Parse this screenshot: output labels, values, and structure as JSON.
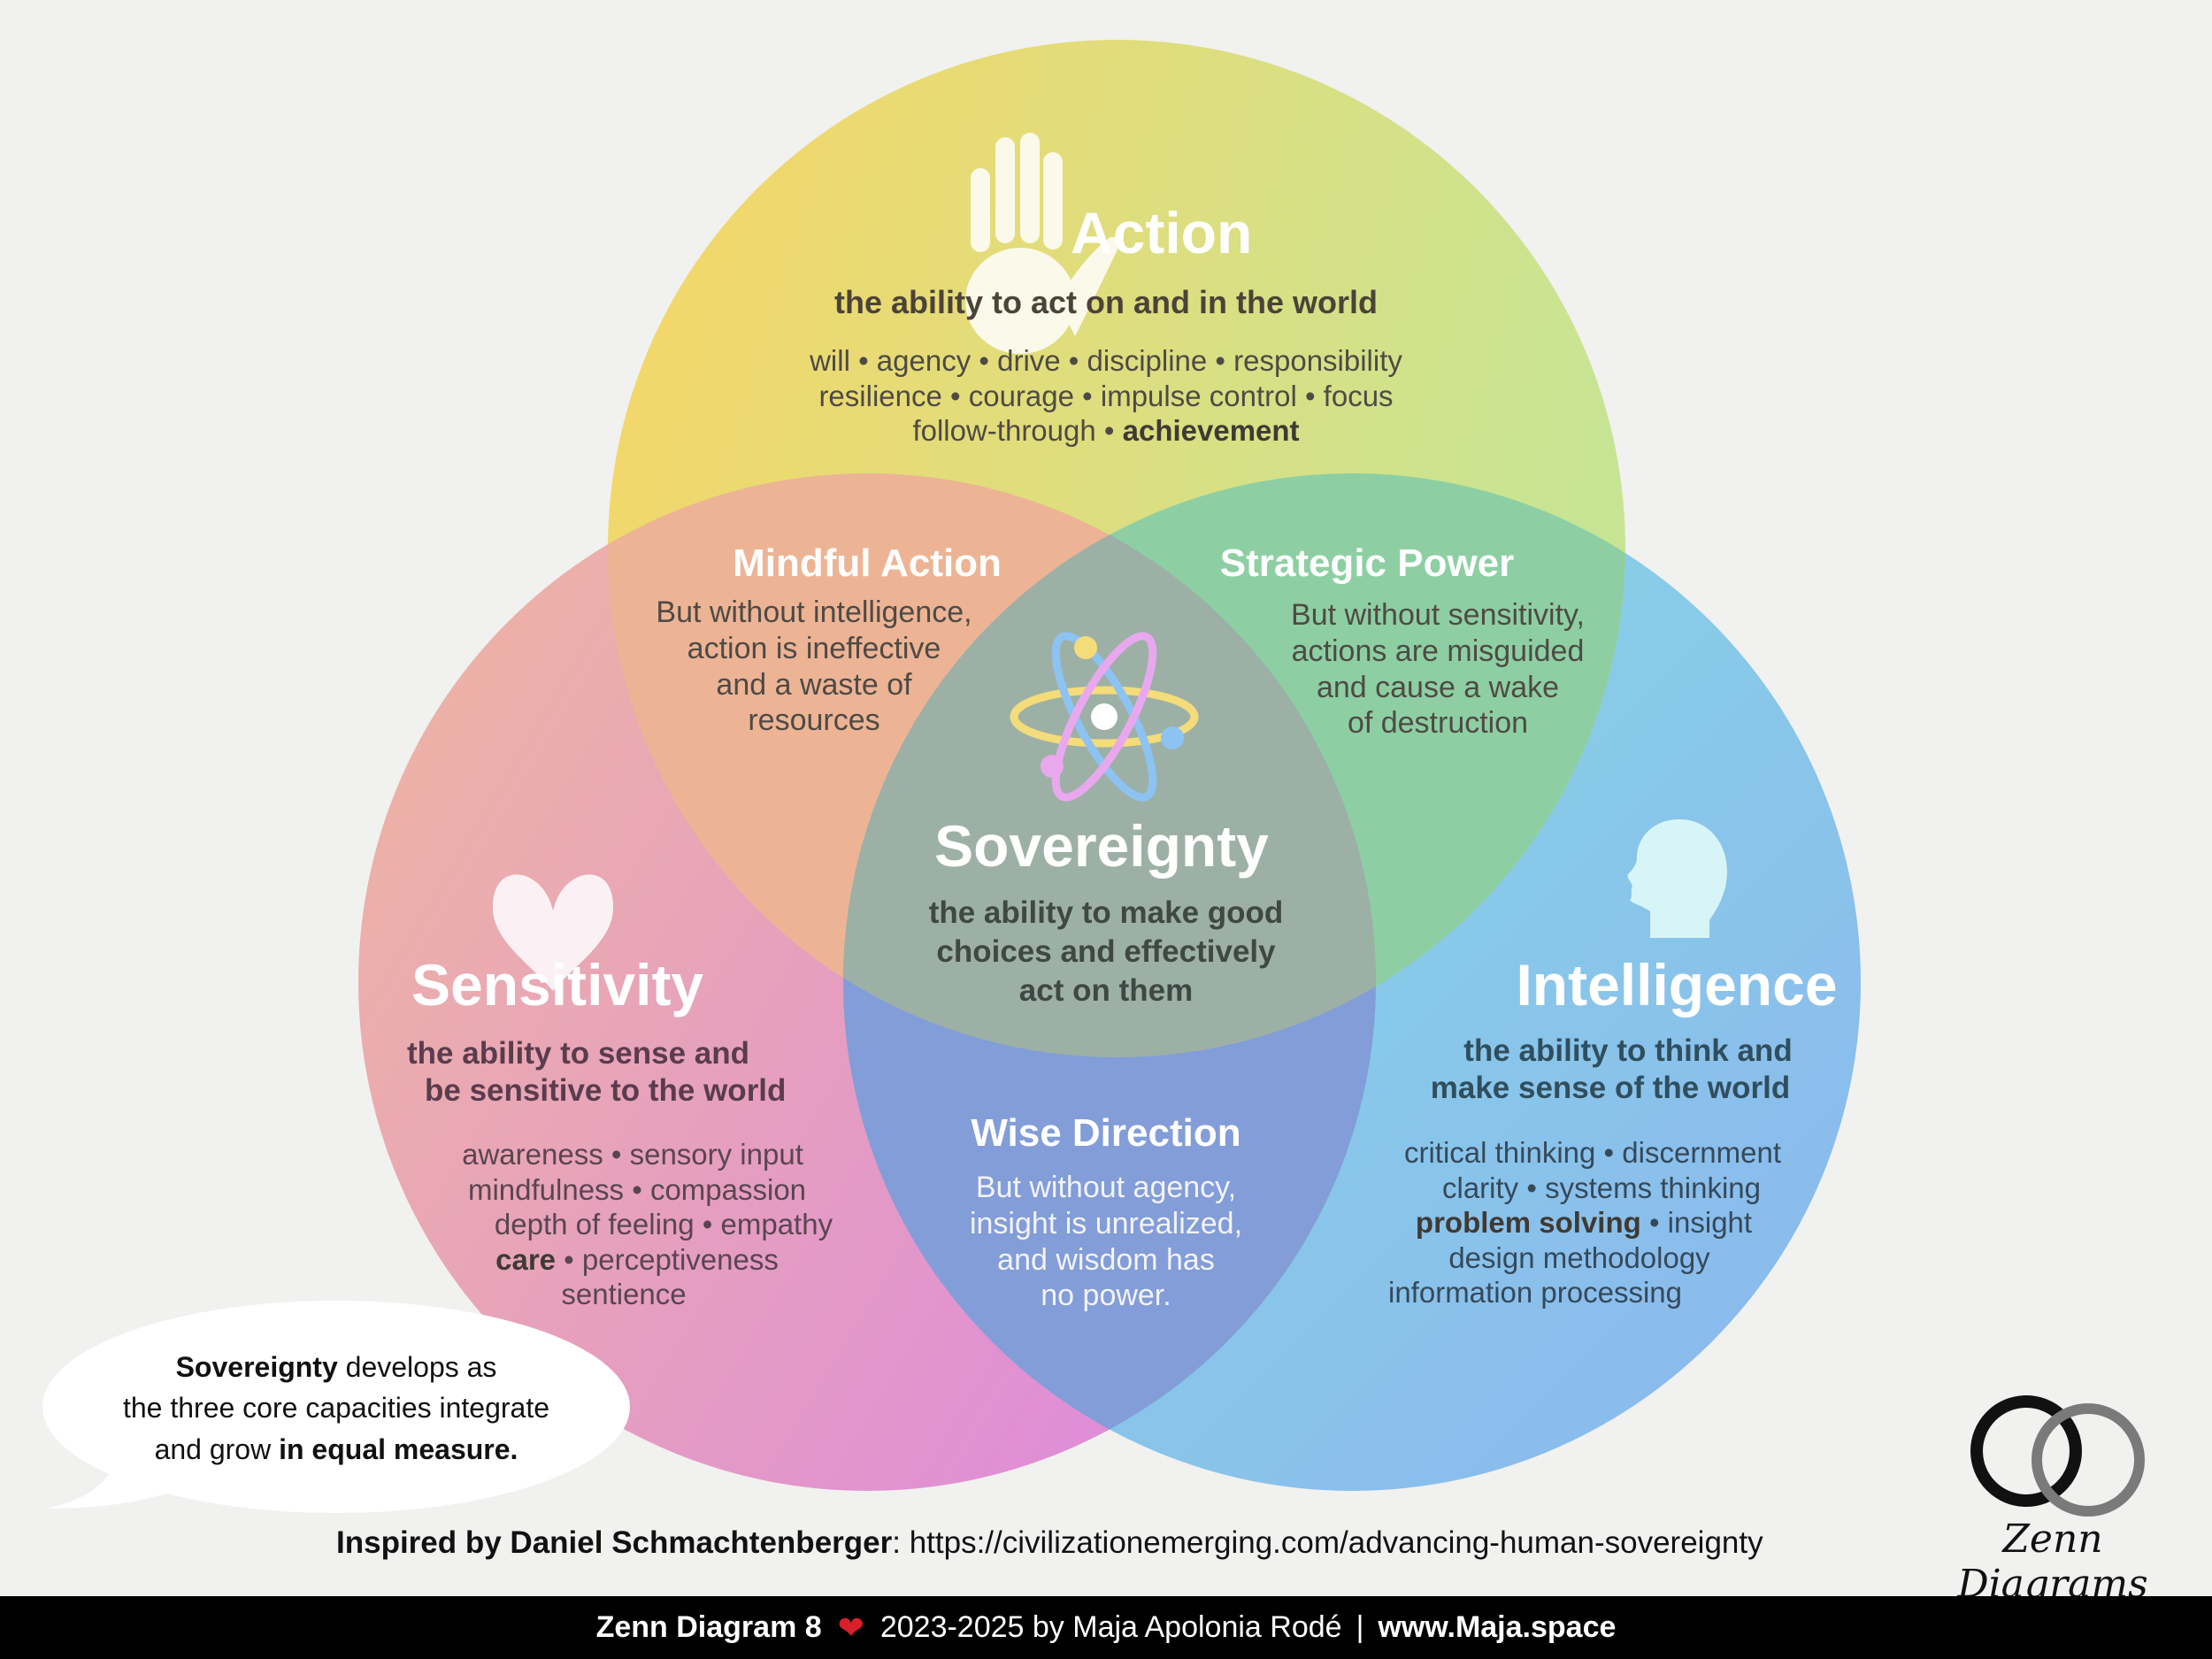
{
  "action": {
    "title": "Action",
    "subtitle": "the ability to act on and in the world",
    "line1": "will • agency • drive • discipline • responsibility",
    "line2": "resilience • courage • impulse control • focus",
    "line3_prefix": "follow-through • ",
    "line3_bold": "achievement"
  },
  "sensitivity": {
    "title": "Sensitivity",
    "subtitle_l1": "the ability to sense and",
    "subtitle_l2": "be sensitive to the world",
    "line1": "awareness • sensory input",
    "line2": "mindfulness • compassion",
    "line3": "depth of feeling • empathy",
    "line4_bold": "care",
    "line4_rest": " • perceptiveness",
    "line5": "sentience"
  },
  "intelligence": {
    "title": "Intelligence",
    "subtitle_l1": "the ability to think and",
    "subtitle_l2": "make sense of the world",
    "line1": "critical thinking • discernment",
    "line2": "clarity • systems thinking",
    "line3_bold": "problem solving",
    "line3_rest": " • insight",
    "line4": "design methodology",
    "line5": "information processing"
  },
  "mindful_action": {
    "title": "Mindful Action",
    "l1": "But without intelligence,",
    "l2": "action is ineffective",
    "l3": "and a waste of",
    "l4": "resources"
  },
  "strategic_power": {
    "title": "Strategic Power",
    "l1": "But without sensitivity,",
    "l2": "actions are misguided",
    "l3": "and cause a wake",
    "l4": "of destruction"
  },
  "wise_direction": {
    "title": "Wise Direction",
    "l1": "But without agency,",
    "l2": "insight is unrealized,",
    "l3": "and wisdom has",
    "l4": "no power."
  },
  "sovereignty": {
    "title": "Sovereignty",
    "l1": "the ability to make good",
    "l2": "choices and effectively",
    "l3": "act on them"
  },
  "bubble": {
    "bold1": "Sovereignty",
    "rest1": " develops as",
    "line2": "the three core capacities integrate",
    "line3_plain": "and grow ",
    "line3_bold": "in equal measure."
  },
  "credit": {
    "bold": "Inspired by Daniel Schmachtenberger",
    "rest": ": https://civilizationemerging.com/advancing-human-sovereignty"
  },
  "logo": {
    "text": "Zenn Diagrams"
  },
  "footer": {
    "diagram": "Zenn Diagram 8",
    "years_author": "2023-2025 by Maja Apolonia Rodé",
    "separator": "|",
    "site": "www.Maja.space"
  },
  "icons": [
    "hand-icon",
    "heart-icon",
    "head-icon",
    "atom-icon",
    "speech-bubble",
    "enso-logo-icon"
  ],
  "colors": {
    "background": "#f1f1f0",
    "action_circle": [
      "#f6d560",
      "#c9e48e"
    ],
    "sensitivity_circle": [
      "#eeb29a",
      "#de8ad6"
    ],
    "intelligence_circle": [
      "#7ddbe4",
      "#7eb3ec"
    ],
    "center": "#9db0a6",
    "footer_bar": "#000000"
  }
}
